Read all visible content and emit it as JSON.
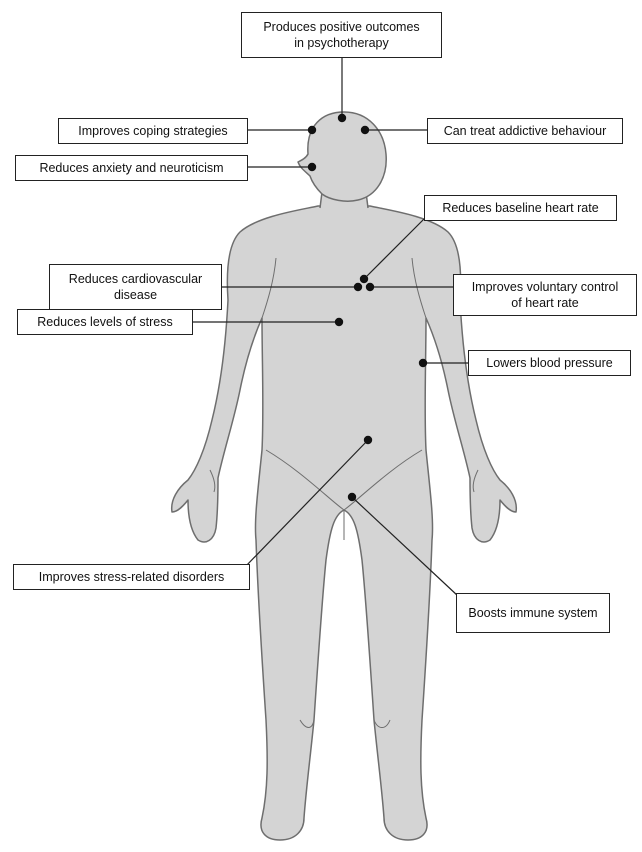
{
  "labels": {
    "psychotherapy": "Produces positive outcomes\nin psychotherapy",
    "coping": "Improves coping strategies",
    "addictive": "Can treat addictive behaviour",
    "anxiety": "Reduces anxiety and neuroticism",
    "heart_rate": "Reduces baseline heart rate",
    "cardio": "Reduces cardiovascular\ndisease",
    "voluntary": "Improves voluntary control\nof heart rate",
    "stress": "Reduces levels of stress",
    "blood_pressure": "Lowers blood pressure",
    "stress_disorders": "Improves stress-related disorders",
    "immune": "Boosts immune system"
  },
  "colors": {
    "body_fill": "#d4d4d4",
    "body_outline": "#6e6e6e",
    "line": "#222222",
    "dot": "#111111"
  }
}
